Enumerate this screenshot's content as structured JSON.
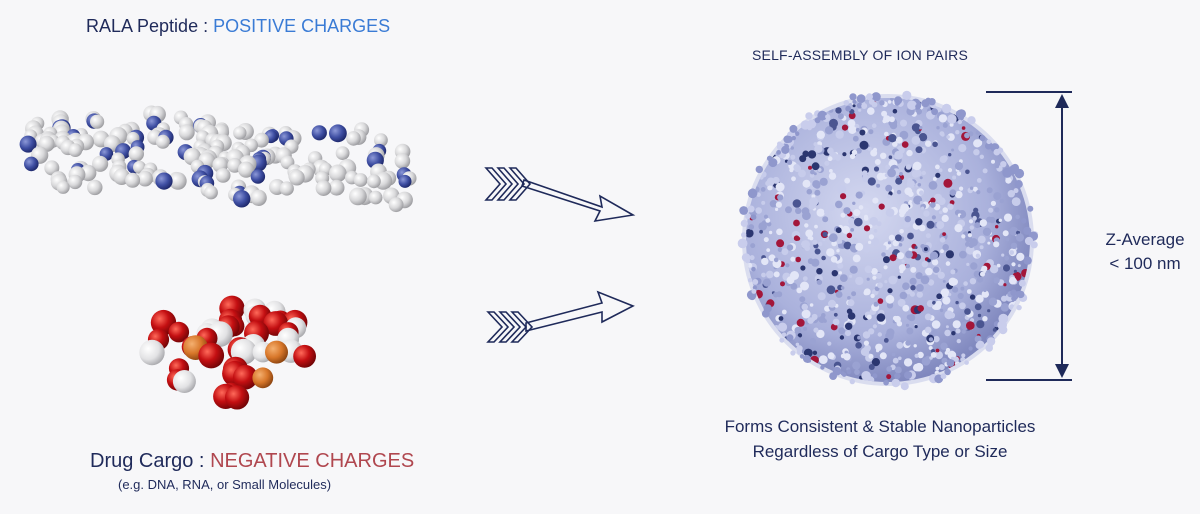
{
  "rala": {
    "label": "RALA Peptide : ",
    "charge": "POSITIVE CHARGES"
  },
  "cargo": {
    "label": "Drug Cargo : ",
    "charge": "NEGATIVE CHARGES",
    "examples": "(e.g. DNA, RNA, or Small Molecules)"
  },
  "assembly": {
    "title": "SELF-ASSEMBLY OF ION PAIRS"
  },
  "result": {
    "line1": "Forms Consistent & Stable Nanoparticles",
    "line2": "Regardless of Cargo Type or Size"
  },
  "measure": {
    "label1": "Z-Average",
    "label2": "< 100 nm"
  },
  "colors": {
    "navy": "#1f2a5a",
    "positive": "#3a7bd5",
    "negative": "#b0474f",
    "peptide_gray": "#d4d4d6",
    "peptide_blue": "#3f4fa3",
    "cargo_red": "#c40f12",
    "cargo_orange": "#d8772a",
    "particle_lavender": "#b7bde0",
    "particle_red": "#a3163a"
  }
}
